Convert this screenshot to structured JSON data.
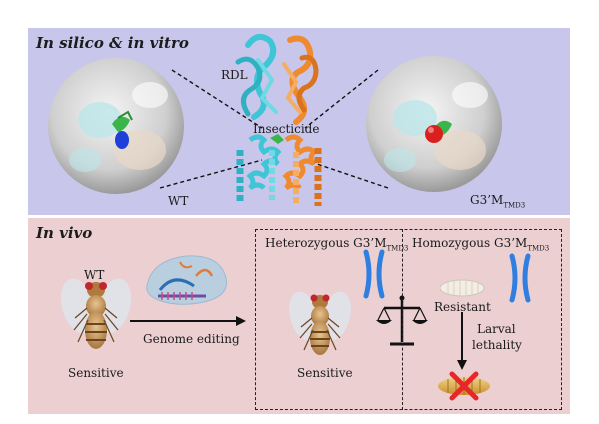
{
  "top": {
    "title": "In silico & in vitro",
    "rdl_label": "RDL",
    "insecticide_label": "Insecticide",
    "wt_label": "WT",
    "mutant_label": "G3’M",
    "mutant_sub": "TMD3"
  },
  "bottom": {
    "title": "In vivo",
    "wt_label": "WT",
    "sensitive_left": "Sensitive",
    "genome_editing": "Genome editing",
    "hetero_label": "Heterozygous G3’M",
    "hetero_sub": "TMD3",
    "homo_label": "Homozygous G3’M",
    "homo_sub": "TMD3",
    "sensitive_mid": "Sensitive",
    "resistant": "Resistant",
    "larval_line1": "Larval",
    "larval_line2": "lethality"
  },
  "colors": {
    "top_bg": "#c9c6ec",
    "bottom_bg": "#eccfd1",
    "cyan_ribbon": "#3ec6d6",
    "orange_ribbon": "#f08a2e",
    "wt_ligand": "#1f3fd9",
    "mutant_ligand": "#d9201f",
    "chromosome": "#2f7fe0",
    "cross": "#e8262b"
  },
  "icons": [
    "protein-surface-icon",
    "chromosome-icon",
    "balance-scale-icon",
    "fruit-fly-icon",
    "larva-icon",
    "cross-icon",
    "crispr-icon"
  ]
}
